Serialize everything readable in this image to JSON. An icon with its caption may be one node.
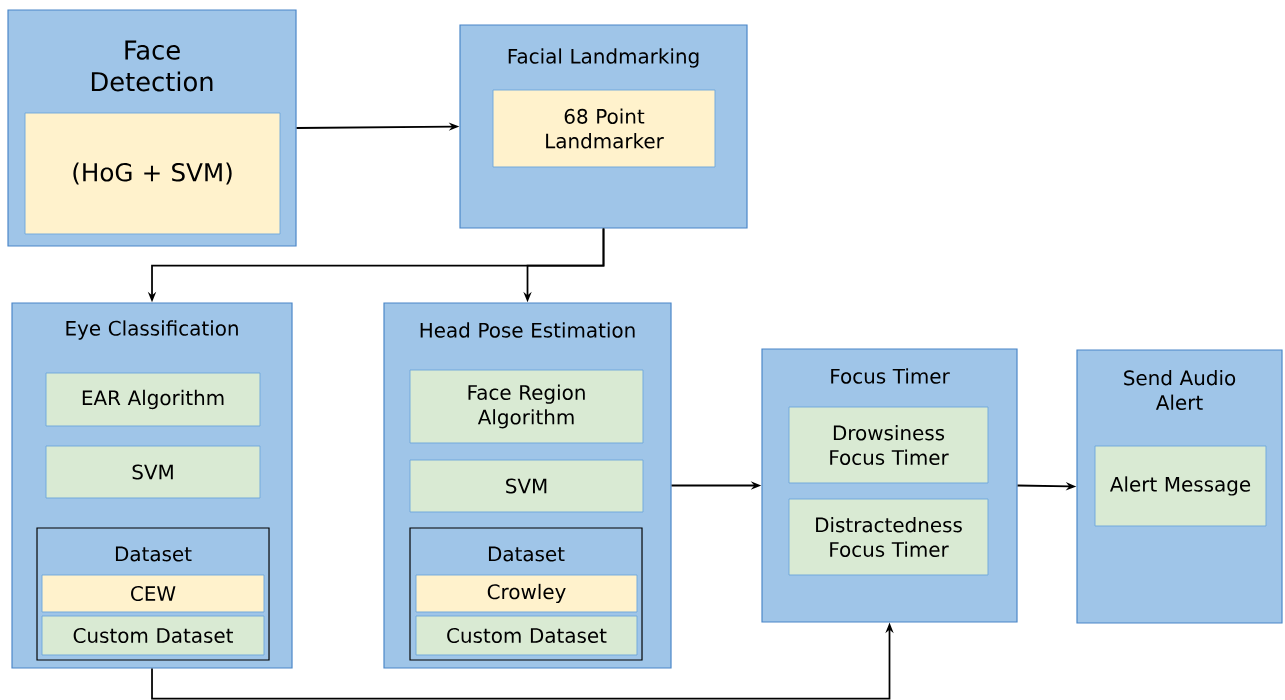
{
  "diagram": {
    "nodes": [
      {
        "text": [
          "Face Detection"
        ]
      },
      {
        "text": [
          "(HoG + SVM)"
        ],
        "in": 0
      },
      {
        "text": [
          "Facial Landmarking"
        ]
      },
      {
        "text": [
          "68 Point Landmarker"
        ],
        "in": 2
      },
      {
        "text": [
          "Eye Classification"
        ]
      },
      {
        "text": [
          "EAR Algorithm"
        ],
        "in": 4
      },
      {
        "text": [
          "SVM"
        ],
        "in": 4
      },
      {
        "text": [
          "Dataset"
        ],
        "in": 4
      },
      {
        "text": [
          "CEW"
        ],
        "in": 7
      },
      {
        "text": [
          "Custom Dataset"
        ],
        "in": 7
      },
      {
        "text": [
          "Head Pose Estimation"
        ]
      },
      {
        "text": [
          "Face Region Algorithm"
        ],
        "in": 10
      },
      {
        "text": [
          "SVM"
        ],
        "in": 10
      },
      {
        "text": [
          "Dataset"
        ],
        "in": 10
      },
      {
        "text": [
          "Crowley"
        ],
        "in": 13
      },
      {
        "text": [
          "Custom Dataset"
        ],
        "in": 13
      },
      {
        "text": [
          "Focus Timer"
        ]
      },
      {
        "text": [
          "Drowsiness Focus Timer"
        ],
        "in": 16
      },
      {
        "text": [
          "Distractedness Focus Timer"
        ],
        "in": 16
      },
      {
        "text": [
          "Send Audio Alert"
        ]
      },
      {
        "text": [
          "Alert Message"
        ],
        "in": 19
      }
    ],
    "edges": [
      {
        "from": 0,
        "to": 2,
        "arrow": "to"
      },
      {
        "from": 2,
        "to": 4,
        "arrow": "to"
      },
      {
        "from": 2,
        "to": 10,
        "arrow": "to"
      },
      {
        "from": 10,
        "to": 16,
        "arrow": "to"
      },
      {
        "from": 4,
        "to": 16,
        "arrow": "to"
      },
      {
        "from": 16,
        "to": 19,
        "arrow": "to"
      }
    ]
  }
}
